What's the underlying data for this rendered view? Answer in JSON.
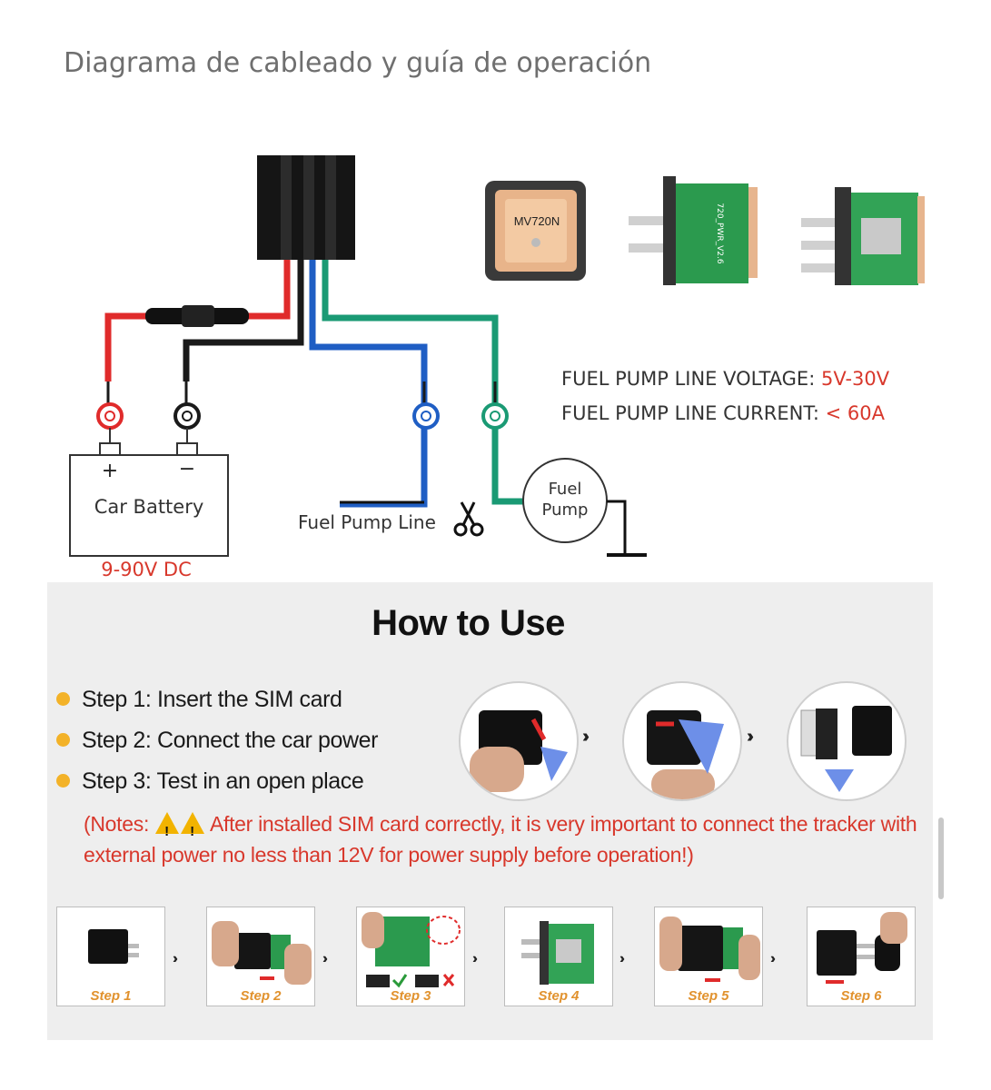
{
  "page": {
    "title": "Diagrama de cableado y guía de operación"
  },
  "diagram": {
    "battery_label": "Car Battery",
    "battery_plus": "+",
    "battery_minus": "−",
    "battery_voltage": "9-90V DC",
    "fuel_pump_line": "Fuel Pump Line",
    "fuel_pump_1": "Fuel",
    "fuel_pump_2": "Pump",
    "gps_module_label": "MV720N",
    "board_label": "720_PWR_V2.6",
    "spec_voltage_label": "FUEL PUMP LINE VOLTAGE: ",
    "spec_voltage_value": "5V-30V",
    "spec_current_label": "FUEL PUMP LINE CURRENT: ",
    "spec_current_value": "< 60A"
  },
  "howto": {
    "title": "How to Use",
    "steps": [
      "Step 1: Insert the SIM card",
      "Step 2: Connect the car power",
      "Step 3: Test in an open place"
    ],
    "notes_prefix": "(Notes: ",
    "notes_text": " After installed SIM card correctly, it is very important to connect the tracker with external power no less than 12V for power supply before operation!)",
    "arrows": "›››",
    "step_labels": [
      "Step 1",
      "Step 2",
      "Step 3",
      "Step 4",
      "Step 5",
      "Step 6"
    ]
  },
  "colors": {
    "red_wire": "#e02b2b",
    "black_wire": "#1a1a1a",
    "blue_wire": "#1f5ec4",
    "green_wire": "#1a9a74",
    "accent_red": "#d8382c",
    "bullet": "#f3b228",
    "step_label": "#e1922e"
  }
}
